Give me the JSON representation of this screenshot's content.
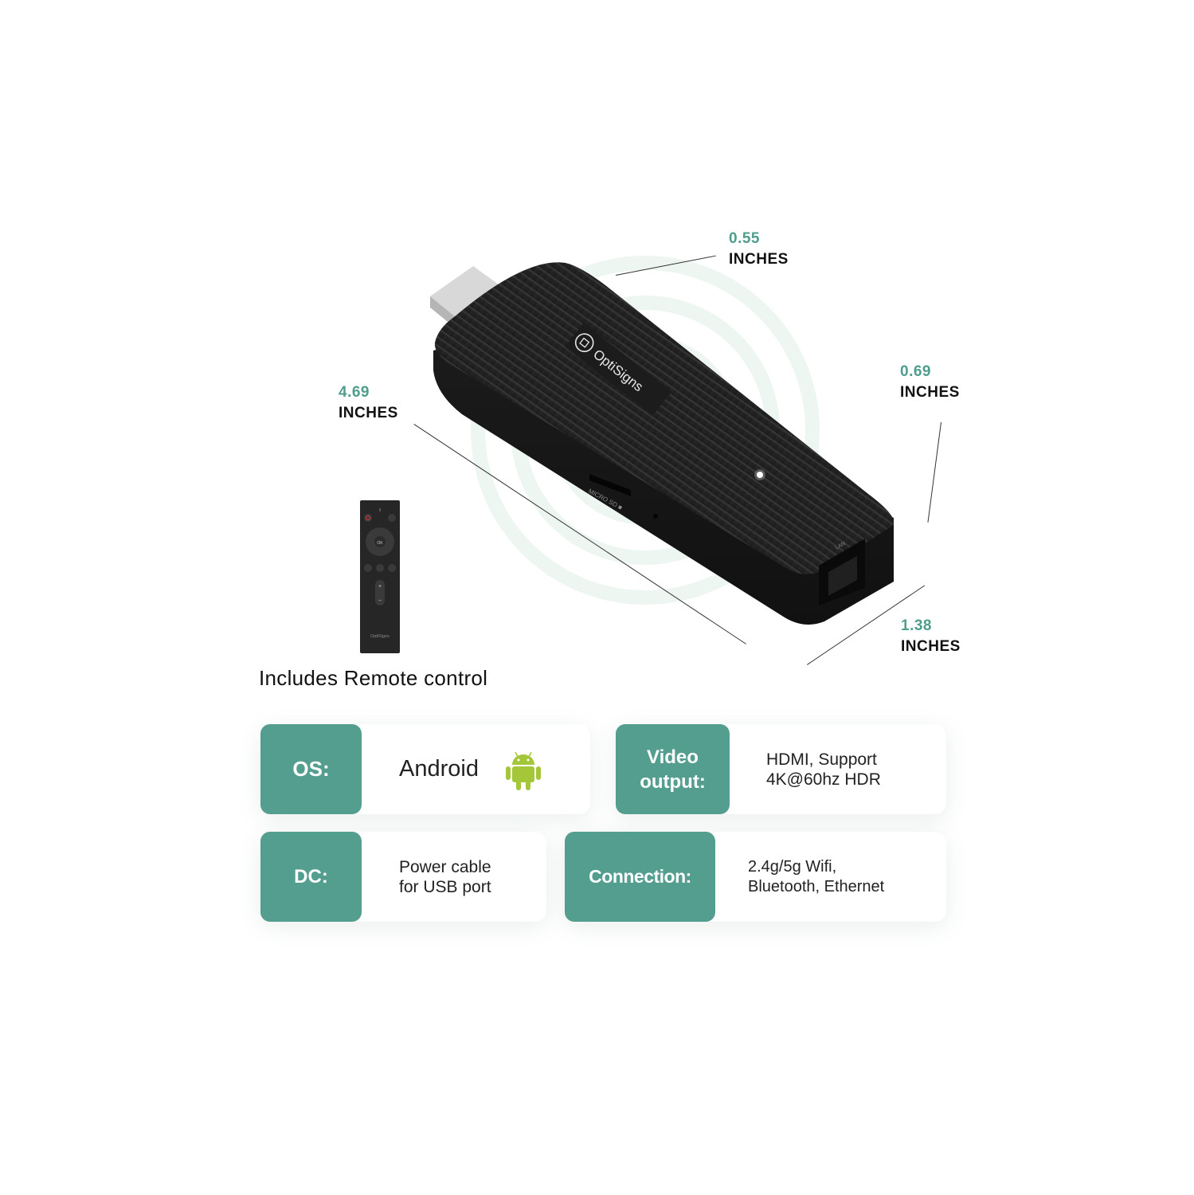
{
  "product": {
    "brand": "OptiSigns",
    "device_port_labels": [
      "MICRO SD",
      "LAN"
    ]
  },
  "dimensions": {
    "depth": {
      "value": "0.55",
      "unit": "INCHES"
    },
    "length": {
      "value": "4.69",
      "unit": "INCHES"
    },
    "height": {
      "value": "0.69",
      "unit": "INCHES"
    },
    "width": {
      "value": "1.38",
      "unit": "INCHES"
    }
  },
  "remote": {
    "caption": "Includes Remote control",
    "brand": "OptiSigns",
    "ok_label": "OK"
  },
  "specs": [
    {
      "label": "OS:",
      "value": "Android",
      "icon": "android-icon"
    },
    {
      "label": "Video output:",
      "label_lines": [
        "Video",
        "output:"
      ],
      "value_lines": [
        "HDMI, Support",
        "4K@60hz HDR"
      ]
    },
    {
      "label": "DC:",
      "value_lines": [
        "Power cable",
        "for USB port"
      ]
    },
    {
      "label": "Connection:",
      "value_lines": [
        "2.4g/5g Wifi,",
        "Bluetooth, Ethernet"
      ]
    }
  ],
  "colors": {
    "accent": "#549e8f",
    "accent_text": "#4f9e8d",
    "android_green": "#a4c639",
    "device_black": "#1e1e1e"
  }
}
